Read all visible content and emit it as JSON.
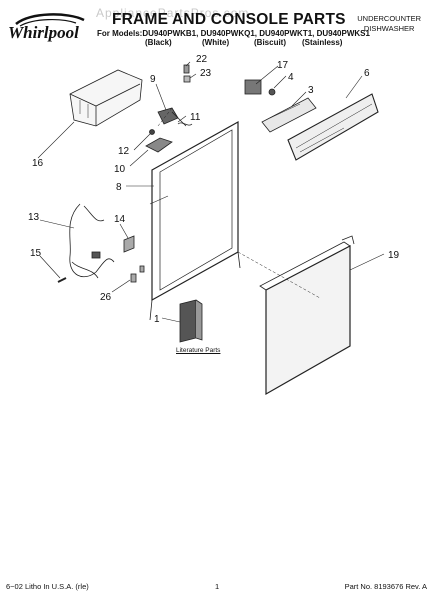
{
  "header": {
    "brand": "Whirlpool",
    "watermark": "AppliancePartsPros.com",
    "title": "FRAME AND CONSOLE PARTS",
    "models": "For Models:DU940PWKB1, DU940PWKQ1, DU940PWKT1, DU940PWKS1",
    "finishes": [
      "(Black)",
      "(White)",
      "(Biscuit)",
      "(Stainless)"
    ],
    "product_line1": "UNDERCOUNTER",
    "product_line2": "DISHWASHER"
  },
  "callouts": {
    "p1": "1",
    "p3": "3",
    "p4": "4",
    "p6": "6",
    "p8": "8",
    "p9": "9",
    "p10": "10",
    "p11": "11",
    "p12": "12",
    "p13": "13",
    "p14": "14",
    "p15": "15",
    "p16": "16",
    "p17": "17",
    "p19": "19",
    "p22": "22",
    "p23": "23",
    "p26": "26"
  },
  "literature_label": "Literature Parts",
  "footer": {
    "left": "6−02 Litho In U.S.A. (rle)",
    "page": "1",
    "right": "Part No. 8193676 Rev. A"
  }
}
